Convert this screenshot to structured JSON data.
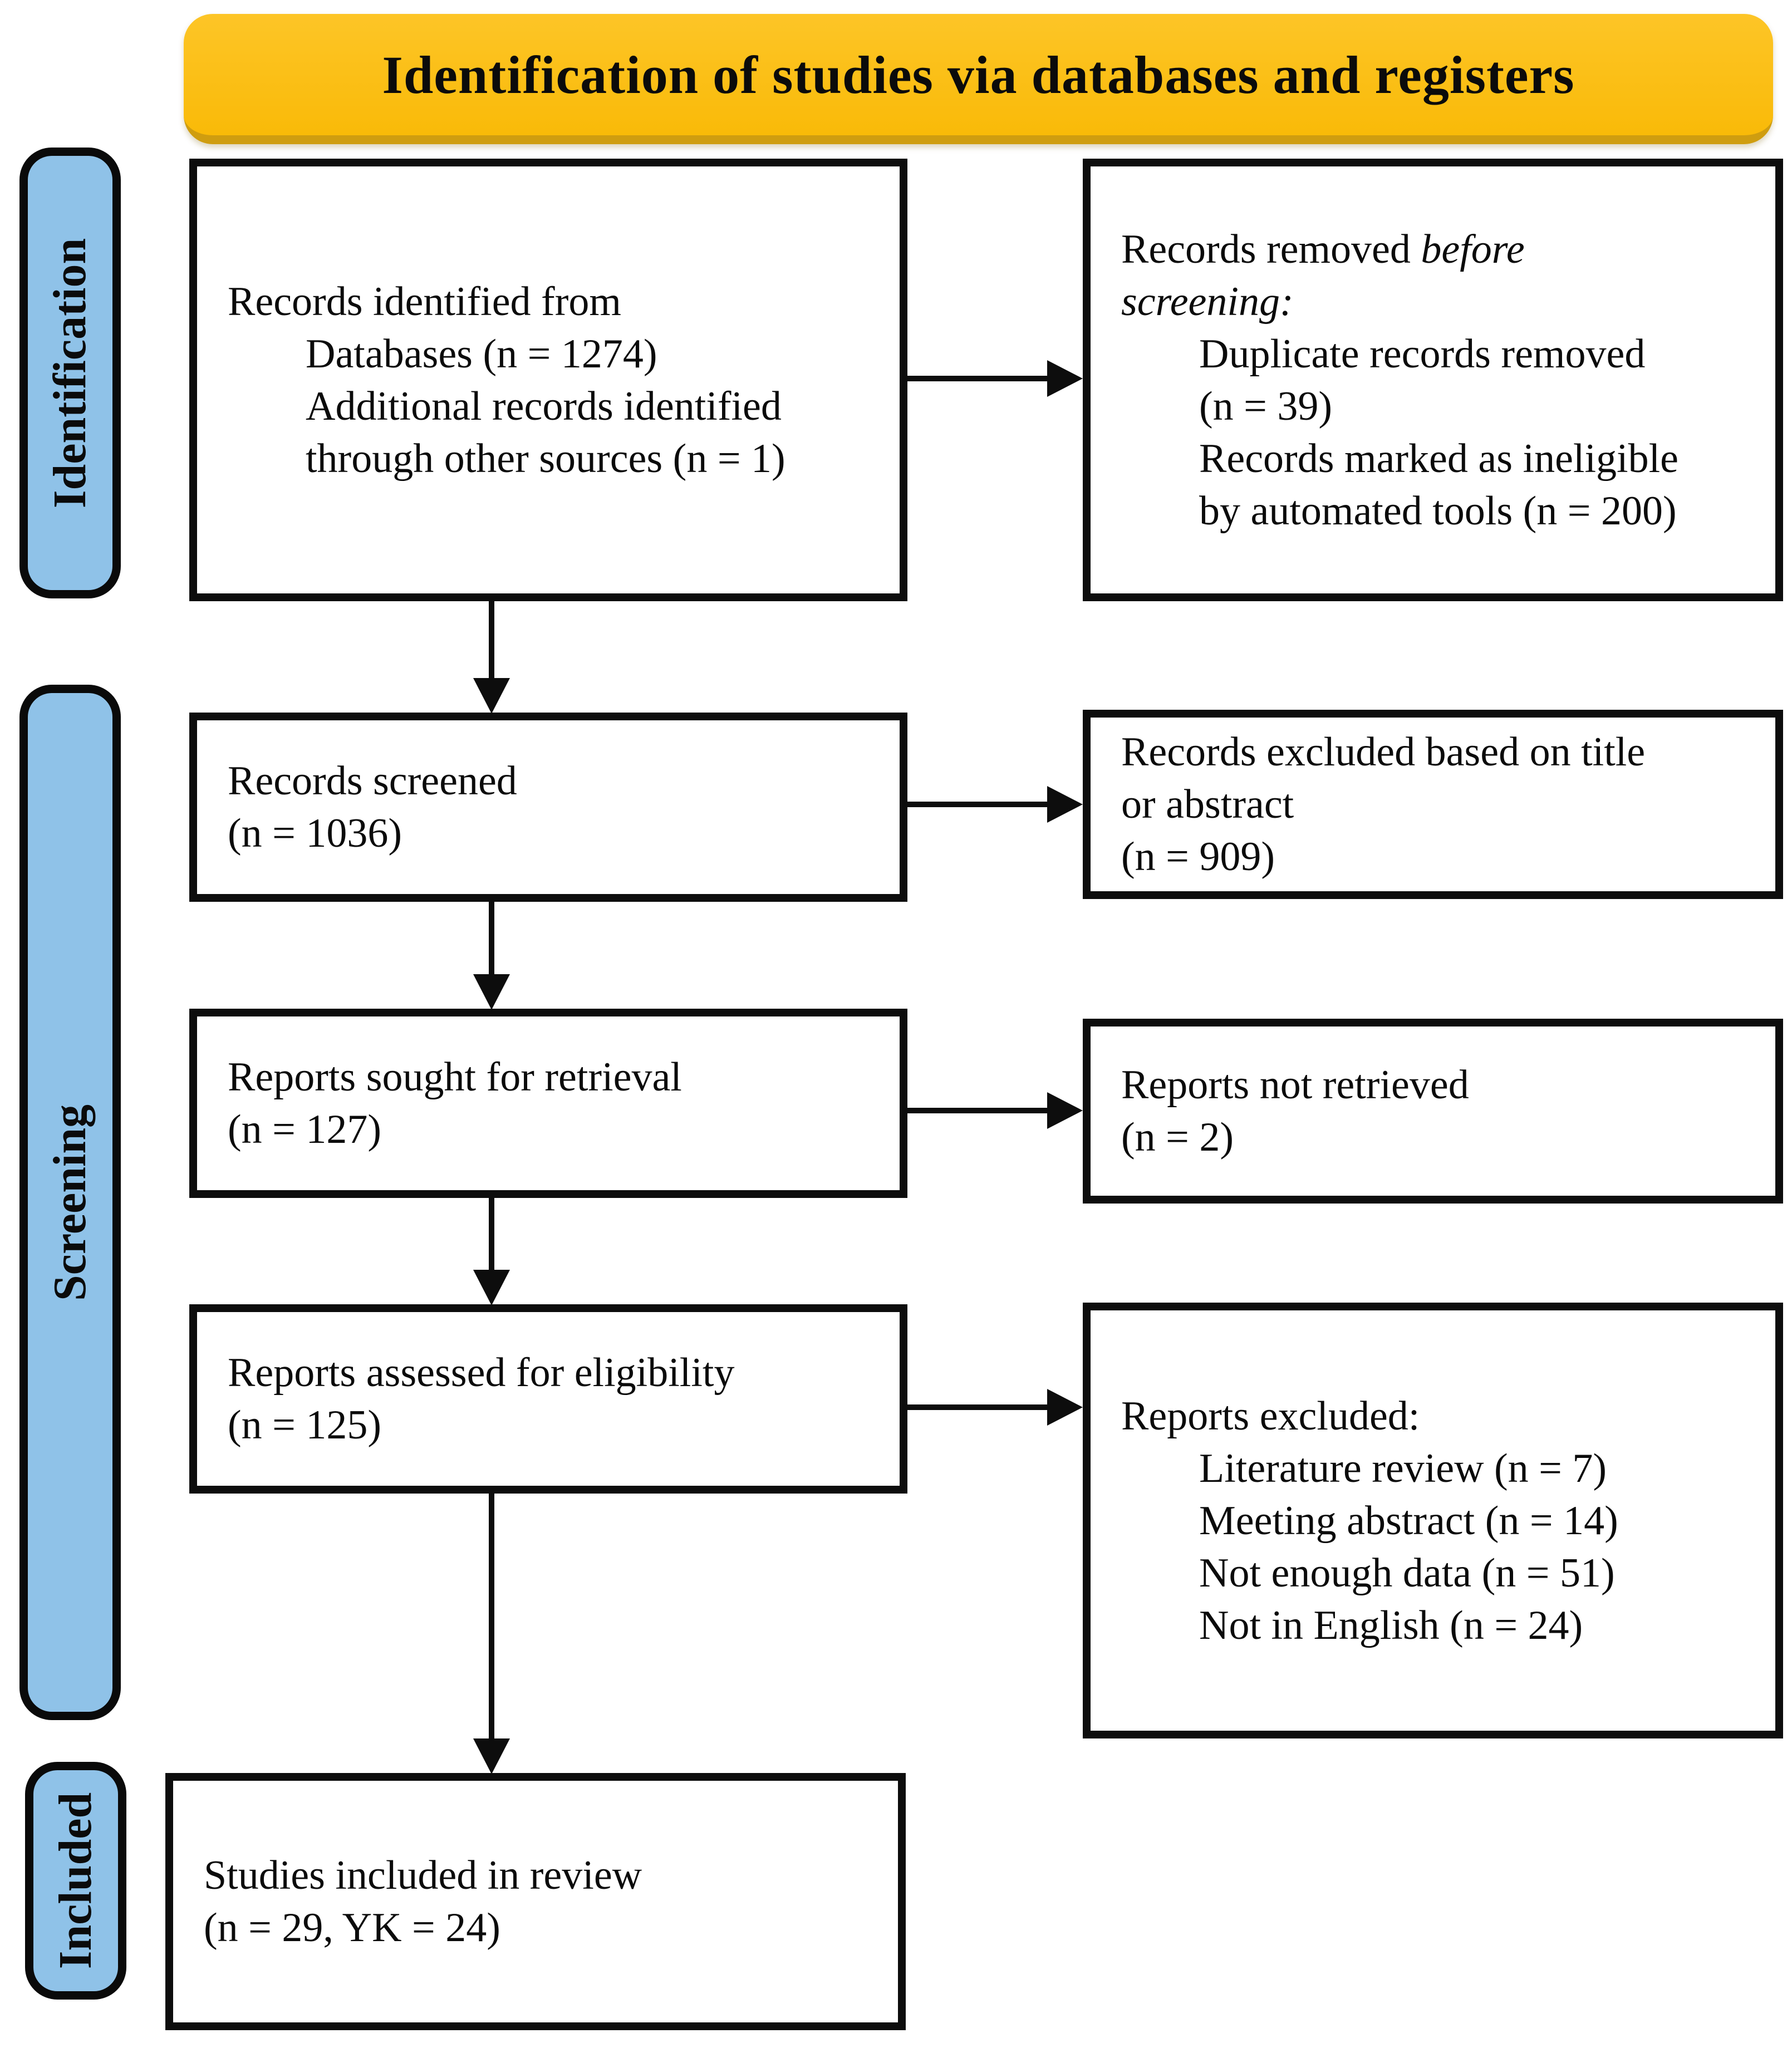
{
  "title": "Identification of studies via databases and registers",
  "sidebar": {
    "identification": "Identification",
    "screening": "Screening",
    "included": "Included"
  },
  "colors": {
    "banner_fill": "#FBBE13",
    "banner_edge": "#CF9D10",
    "stage_fill": "#8FC2E8",
    "line_color": "#0D0D0D"
  },
  "boxes": {
    "identified": {
      "lines": [
        {
          "indent": false,
          "segs": [
            {
              "t": "Records identified from"
            }
          ]
        },
        {
          "indent": true,
          "segs": [
            {
              "t": "Databases (n = 1274)"
            }
          ]
        },
        {
          "indent": true,
          "segs": [
            {
              "t": "Additional records identified"
            }
          ]
        },
        {
          "indent": true,
          "segs": [
            {
              "t": "through other sources (n = 1)"
            }
          ]
        }
      ]
    },
    "removed": {
      "lines": [
        {
          "indent": false,
          "segs": [
            {
              "t": "Records removed "
            },
            {
              "t": "before",
              "i": true
            }
          ]
        },
        {
          "indent": false,
          "segs": [
            {
              "t": "screening:",
              "i": true
            }
          ]
        },
        {
          "indent": true,
          "segs": [
            {
              "t": "Duplicate records removed"
            }
          ]
        },
        {
          "indent": true,
          "segs": [
            {
              "t": "(n = 39)"
            }
          ]
        },
        {
          "indent": true,
          "segs": [
            {
              "t": "Records marked as ineligible"
            }
          ]
        },
        {
          "indent": true,
          "segs": [
            {
              "t": "by automated tools (n = 200)"
            }
          ]
        }
      ]
    },
    "screened": {
      "lines": [
        {
          "indent": false,
          "segs": [
            {
              "t": "Records screened"
            }
          ]
        },
        {
          "indent": false,
          "segs": [
            {
              "t": "(n = 1036)"
            }
          ]
        }
      ]
    },
    "excluded_title_abstract": {
      "lines": [
        {
          "indent": false,
          "segs": [
            {
              "t": "Records excluded based on title"
            }
          ]
        },
        {
          "indent": false,
          "segs": [
            {
              "t": "or abstract"
            }
          ]
        },
        {
          "indent": false,
          "segs": [
            {
              "t": "(n = 909)"
            }
          ]
        }
      ]
    },
    "sought": {
      "lines": [
        {
          "indent": false,
          "segs": [
            {
              "t": "Reports sought for retrieval"
            }
          ]
        },
        {
          "indent": false,
          "segs": [
            {
              "t": "(n = 127)"
            }
          ]
        }
      ]
    },
    "not_retrieved": {
      "lines": [
        {
          "indent": false,
          "segs": [
            {
              "t": "Reports not retrieved"
            }
          ]
        },
        {
          "indent": false,
          "segs": [
            {
              "t": "(n = 2)"
            }
          ]
        }
      ]
    },
    "assessed": {
      "lines": [
        {
          "indent": false,
          "segs": [
            {
              "t": "Reports assessed for eligibility"
            }
          ]
        },
        {
          "indent": false,
          "segs": [
            {
              "t": "(n = 125)"
            }
          ]
        }
      ]
    },
    "excluded_reports": {
      "lines": [
        {
          "indent": false,
          "segs": [
            {
              "t": "Reports excluded:"
            }
          ]
        },
        {
          "indent": true,
          "segs": [
            {
              "t": "Literature review (n = 7)"
            }
          ]
        },
        {
          "indent": true,
          "segs": [
            {
              "t": "Meeting abstract (n = 14)"
            }
          ]
        },
        {
          "indent": true,
          "segs": [
            {
              "t": "Not enough data (n = 51)"
            }
          ]
        },
        {
          "indent": true,
          "segs": [
            {
              "t": "Not in English  (n = 24)"
            }
          ]
        }
      ]
    },
    "included_studies": {
      "lines": [
        {
          "indent": false,
          "segs": [
            {
              "t": "Studies included in review"
            }
          ]
        },
        {
          "indent": false,
          "segs": [
            {
              "t": "(n = 29, YK = 24)"
            }
          ]
        }
      ]
    }
  }
}
